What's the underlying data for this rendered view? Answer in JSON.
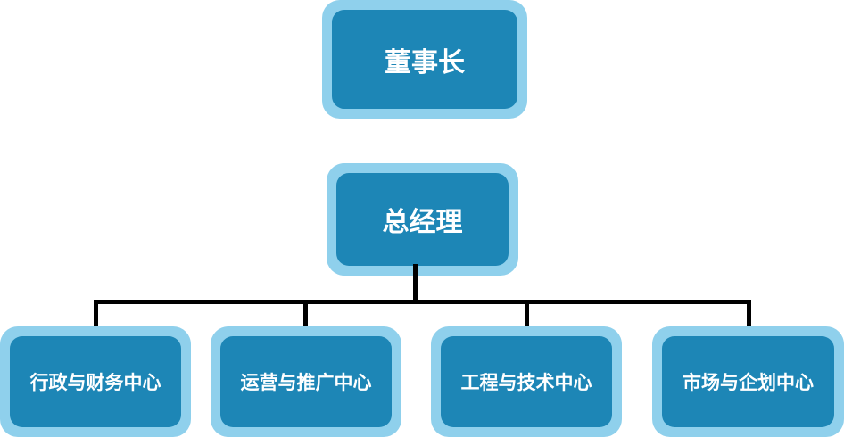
{
  "chairman": {
    "label": "董事长"
  },
  "general_manager": {
    "label": "总经理"
  },
  "departments": [
    {
      "label": "行政与财务中心"
    },
    {
      "label": "运营与推广中心"
    },
    {
      "label": "工程与技术中心"
    },
    {
      "label": "市场与企划中心"
    }
  ],
  "colors": {
    "outer": "#8fd0ec",
    "inner": "#1d86b6",
    "text": "#ffffff",
    "connector": "#000000"
  }
}
